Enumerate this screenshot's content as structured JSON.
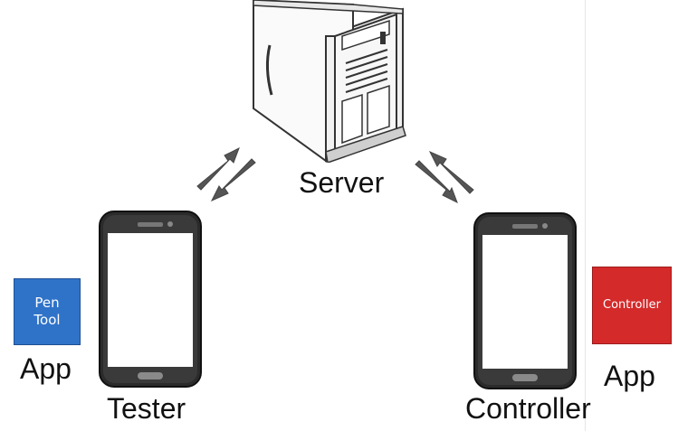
{
  "diagram": {
    "server": {
      "label": "Server"
    },
    "tester": {
      "label": "Tester",
      "app_label": "App",
      "app_tile_text": "Pen\nTool",
      "app_tile_color": "#2f73c9"
    },
    "controller": {
      "label": "Controller",
      "app_label": "App",
      "app_tile_text": "Controller",
      "app_tile_color": "#d42a2a"
    }
  }
}
